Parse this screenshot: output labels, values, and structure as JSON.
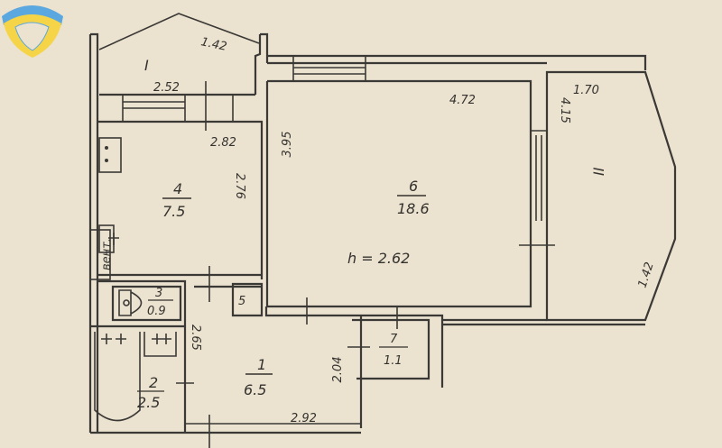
{
  "plan": {
    "ceiling_height": "h = 2.62",
    "vent_label": "вент.",
    "rooms": [
      {
        "id": "I",
        "name_label": "I",
        "area": ""
      },
      {
        "id": "4",
        "name_label": "4",
        "area": "7.5"
      },
      {
        "id": "6",
        "name_label": "6",
        "area": "18.6"
      },
      {
        "id": "II",
        "name_label": "II",
        "area": ""
      },
      {
        "id": "3",
        "name_label": "3",
        "area": "0.9"
      },
      {
        "id": "2",
        "name_label": "2",
        "area": "2.5"
      },
      {
        "id": "1",
        "name_label": "1",
        "area": "6.5"
      },
      {
        "id": "7",
        "name_label": "7",
        "area": "1.1"
      },
      {
        "id": "5",
        "name_label": "5",
        "area": ""
      }
    ],
    "dimensions": {
      "balcony1_top": "1.42",
      "balcony1_bottom": "2.52",
      "kitchen_width": "2.82",
      "kitchen_depth": "2.76",
      "room6_width": "4.72",
      "room6_depth": "3.95",
      "balcony2_top": "1.70",
      "balcony2_side": "4.15",
      "balcony2_slant": "1.42",
      "bath_height": "2.65",
      "hall_width": "2.92",
      "hall_depth": "2.04"
    }
  },
  "logo": {
    "colors": {
      "blue": "#5ba7e0",
      "yellow": "#f5d547"
    }
  }
}
